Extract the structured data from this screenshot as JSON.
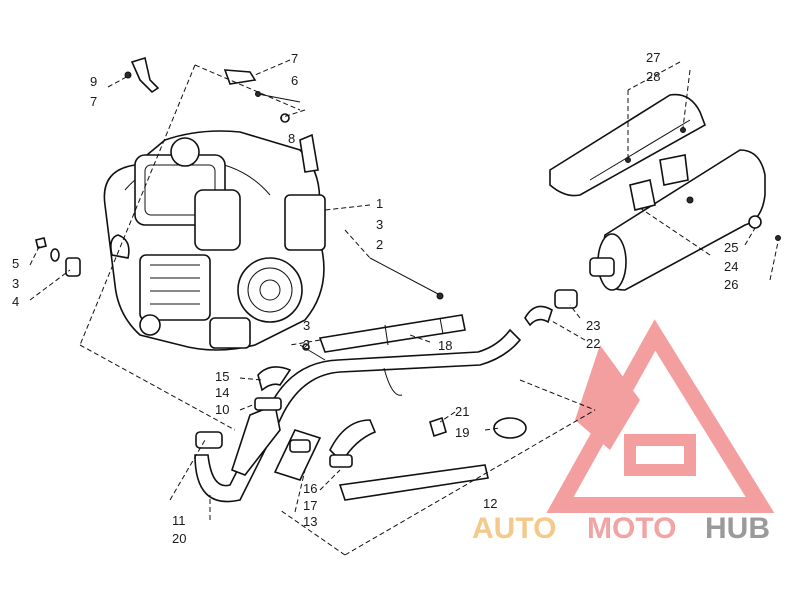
{
  "callouts": {
    "c1": "1",
    "c2a": "2",
    "c2b": "2",
    "c3a": "3",
    "c3b": "3",
    "c3c": "3",
    "c4": "4",
    "c5": "5",
    "c6": "6",
    "c7a": "7",
    "c7b": "7",
    "c8": "8",
    "c9": "9",
    "c10": "10",
    "c11": "11",
    "c12": "12",
    "c13": "13",
    "c14": "14",
    "c15": "15",
    "c16": "16",
    "c17": "17",
    "c18": "18",
    "c19": "19",
    "c20": "20",
    "c21": "21",
    "c22": "22",
    "c23": "23",
    "c24": "24",
    "c25": "25",
    "c26": "26",
    "c27": "27",
    "c28": "28"
  },
  "watermark": {
    "part1": "AUTO",
    "part2": "MOTO",
    "part3": "HUB",
    "colors": {
      "auto": "#f4c98a",
      "moto": "#f2a3a3",
      "hub": "#9a9a9a",
      "logo": "#f08080"
    }
  }
}
